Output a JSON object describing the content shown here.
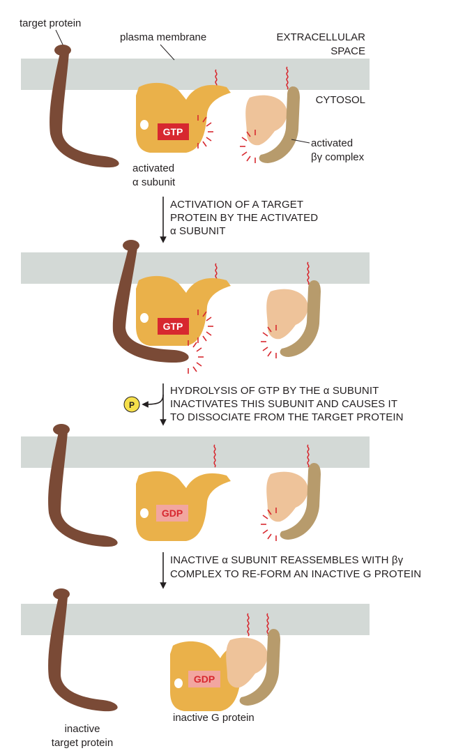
{
  "labels": {
    "target_protein": "target protein",
    "plasma_membrane": "plasma membrane",
    "extracellular_1": "EXTRACELLULAR",
    "extracellular_2": "SPACE",
    "cytosol": "CYTOSOL",
    "activated_alpha_1": "activated",
    "activated_alpha_2": "α subunit",
    "activated_bg_1": "activated",
    "activated_bg_2": "βγ complex",
    "inactive_target_1": "inactive",
    "inactive_target_2": "target protein",
    "inactive_g_protein": "inactive G protein"
  },
  "nucleotides": {
    "gtp": "GTP",
    "gdp": "GDP",
    "phosphate": "P"
  },
  "steps": [
    {
      "lines": [
        "ACTIVATION OF A TARGET",
        "PROTEIN BY THE ACTIVATED",
        "α SUBUNIT"
      ]
    },
    {
      "lines": [
        "HYDROLYSIS OF GTP BY THE α SUBUNIT",
        "INACTIVATES THIS SUBUNIT AND CAUSES IT",
        "TO DISSOCIATE FROM THE TARGET PROTEIN"
      ]
    },
    {
      "lines": [
        "INACTIVE α SUBUNIT REASSEMBLES WITH βγ",
        "COMPLEX TO RE-FORM AN INACTIVE G PROTEIN"
      ]
    }
  ],
  "colors": {
    "membrane": "#d3d9d6",
    "target_protein": "#7a4a36",
    "alpha_subunit": "#eab14a",
    "beta_subunit": "#eec39a",
    "gamma_subunit": "#b79b6c",
    "gtp_fill": "#d7282f",
    "gdp_fill": "#f2a6a0",
    "activation_marks": "#d7282f",
    "phosphate_fill": "#f6e04b",
    "lipid_anchor": "#d7282f"
  }
}
